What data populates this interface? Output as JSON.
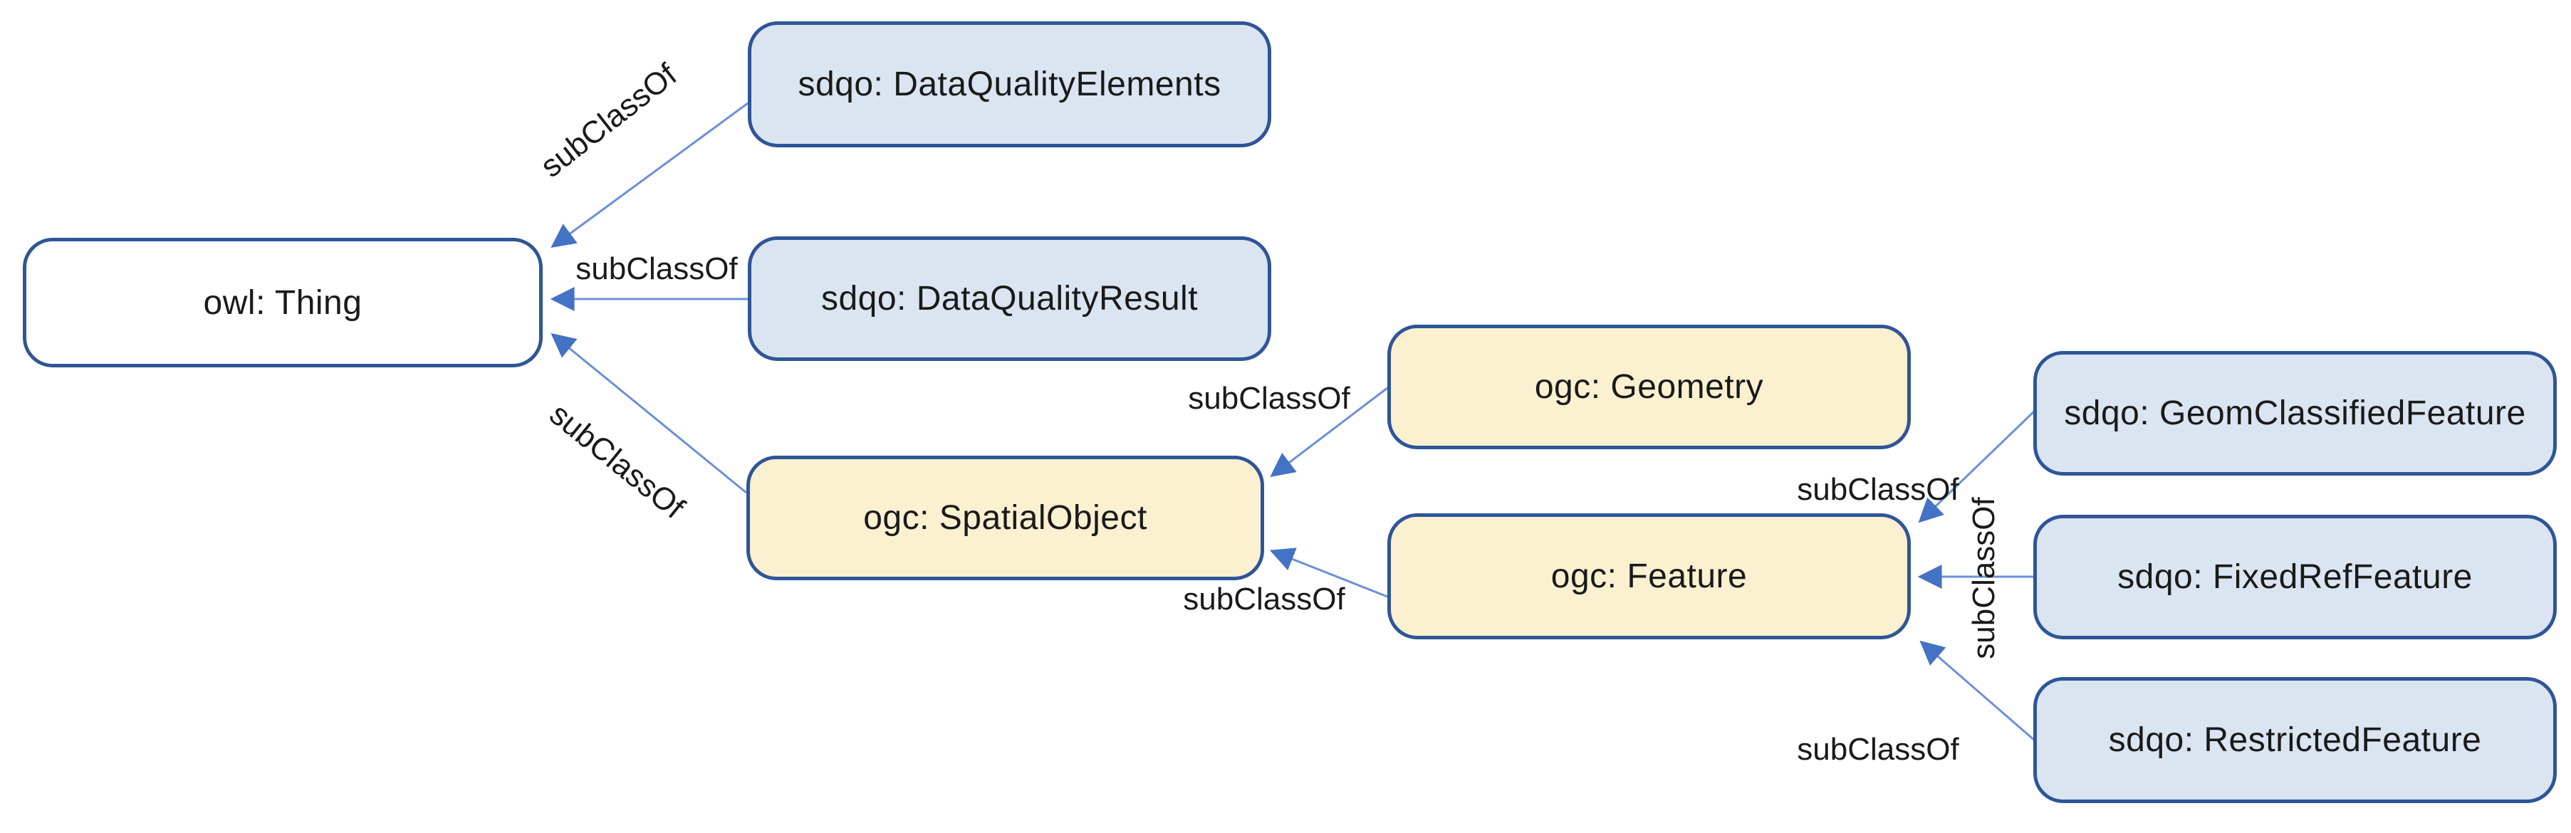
{
  "diagram": {
    "type": "ontology-class-hierarchy",
    "colors": {
      "node_border": "#2f5597",
      "node_fill_white": "#ffffff",
      "node_fill_blue": "#dbe5f1",
      "node_fill_yellow": "#fbf0d0",
      "connector_line": "#6d8fd8",
      "arrowhead": "#4472c4",
      "label_text": "#1a1a1a"
    },
    "nodes": [
      {
        "id": "owl-thing",
        "label": "owl: Thing",
        "fill": "white"
      },
      {
        "id": "sdqo-dataqualityelements",
        "label": "sdqo: DataQualityElements",
        "fill": "blue"
      },
      {
        "id": "sdqo-dataqualityresult",
        "label": "sdqo: DataQualityResult",
        "fill": "blue"
      },
      {
        "id": "ogc-spatialobject",
        "label": "ogc: SpatialObject",
        "fill": "yellow"
      },
      {
        "id": "ogc-geometry",
        "label": "ogc: Geometry",
        "fill": "yellow"
      },
      {
        "id": "ogc-feature",
        "label": "ogc: Feature",
        "fill": "yellow"
      },
      {
        "id": "sdqo-geomclassifiedfeature",
        "label": "sdqo: GeomClassifiedFeature",
        "fill": "blue"
      },
      {
        "id": "sdqo-fixedreffeature",
        "label": "sdqo: FixedRefFeature",
        "fill": "blue"
      },
      {
        "id": "sdqo-restrictedfeature",
        "label": "sdqo: RestrictedFeature",
        "fill": "blue"
      }
    ],
    "edges": [
      {
        "from": "sdqo-dataqualityelements",
        "to": "owl-thing",
        "label": "subClassOf"
      },
      {
        "from": "sdqo-dataqualityresult",
        "to": "owl-thing",
        "label": "subClassOf"
      },
      {
        "from": "ogc-spatialobject",
        "to": "owl-thing",
        "label": "subClassOf"
      },
      {
        "from": "ogc-geometry",
        "to": "ogc-spatialobject",
        "label": "subClassOf"
      },
      {
        "from": "ogc-feature",
        "to": "ogc-spatialobject",
        "label": "subClassOf"
      },
      {
        "from": "sdqo-geomclassifiedfeature",
        "to": "ogc-feature",
        "label": "subClassOf"
      },
      {
        "from": "sdqo-fixedreffeature",
        "to": "ogc-feature",
        "label": "subClassOf"
      },
      {
        "from": "sdqo-restrictedfeature",
        "to": "ogc-feature",
        "label": "subClassOf"
      }
    ]
  }
}
